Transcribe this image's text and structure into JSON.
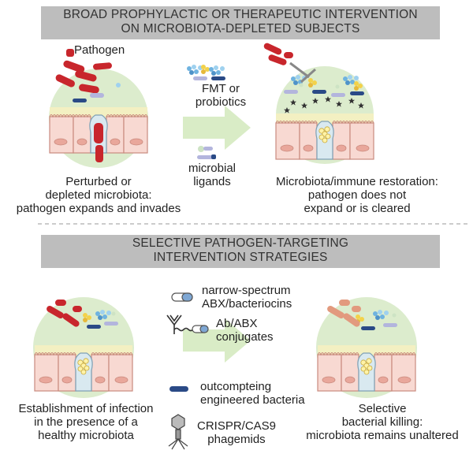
{
  "top_section": {
    "title_lines": [
      "BROAD PROPHYLACTIC OR THERAPEUTIC INTERVENTION",
      "ON MICROBIOTA-DEPLETED SUBJECTS"
    ],
    "pathogen_label": "Pathogen",
    "fmt_lines": [
      "FMT or",
      "probiotics"
    ],
    "ligands_lines": [
      "microbial",
      "ligands"
    ],
    "left_caption_lines": [
      "Perturbed or",
      "depleted microbiota:",
      "pathogen expands and invades"
    ],
    "right_caption_lines": [
      "Microbiota/immune restoration:",
      "pathogen does not",
      "expand or is cleared"
    ]
  },
  "bottom_section": {
    "title_lines": [
      "SELECTIVE PATHOGEN-TARGETING",
      "INTERVENTION STRATEGIES"
    ],
    "strategies": [
      {
        "lines": [
          "narrow-spectrum",
          "ABX/bacteriocins"
        ],
        "icon": "capsule-icon"
      },
      {
        "lines": [
          "Ab/ABX",
          "conjugates"
        ],
        "icon": "antibody-conjugate-icon"
      },
      {
        "lines": [
          "outcompteing",
          "engineered bacteria"
        ],
        "icon": "engineered-bacterium-icon"
      },
      {
        "lines": [
          "CRISPR/CAS9",
          "phagemids"
        ],
        "icon": "phage-icon"
      }
    ],
    "left_caption_lines": [
      "Establishment of infection",
      "in the presence of a",
      "healthy microbiota"
    ],
    "right_caption_lines": [
      "Selective",
      "bacterial killing:",
      "microbiota remains unaltered"
    ]
  },
  "colors": {
    "banner": "#bdbdbd",
    "circle": "#dceccd",
    "arrow": "#d9ecc6",
    "pathogen": "#c8262c",
    "killed_pathogen": "#e29a7e",
    "cell_fill": "#f8d9d2",
    "cell_stroke": "#c98a7e",
    "mucus": "#f3f0c2",
    "commensal_blue": "#2a4a86",
    "commensal_lavender": "#b3b5dd",
    "inhibitor": "#888888",
    "star": "#333333"
  }
}
